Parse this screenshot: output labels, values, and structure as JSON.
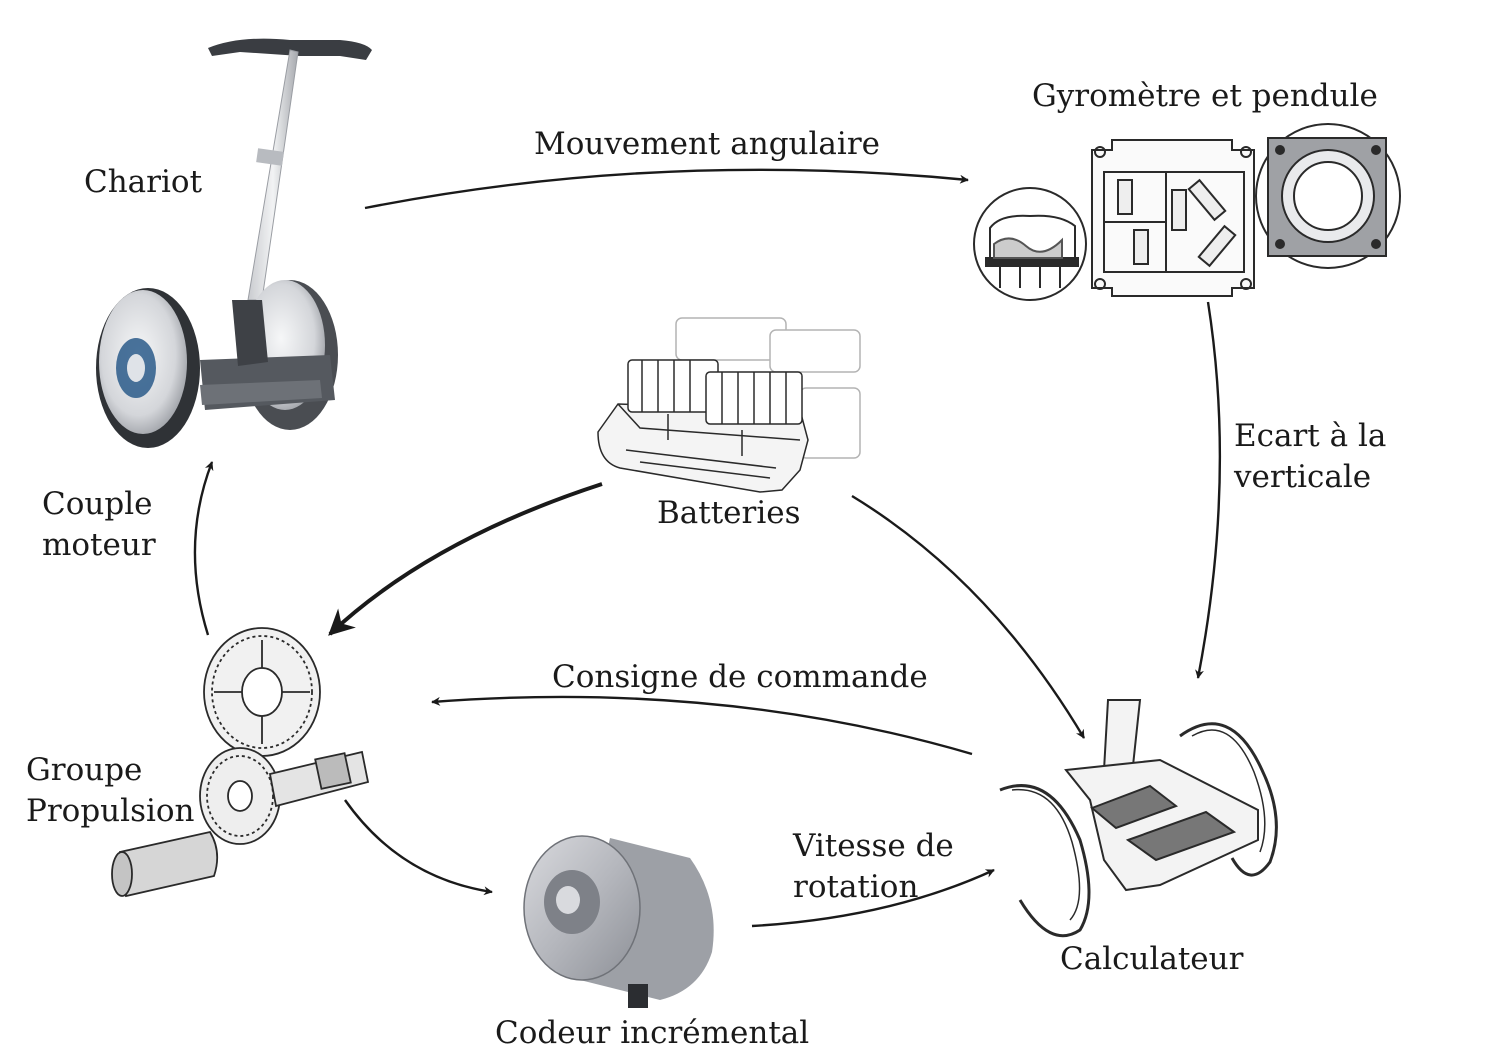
{
  "diagram": {
    "components": {
      "chariot": "Chariot",
      "gyro": "Gyromètre et pendule",
      "batteries": "Batteries",
      "calculateur": "Calculateur",
      "groupe": [
        "Groupe",
        "Propulsion"
      ],
      "codeur": "Codeur incrémental"
    },
    "flows": {
      "mouvement": "Mouvement angulaire",
      "ecart": [
        "Ecart à la",
        "verticale"
      ],
      "consigne": "Consigne de commande",
      "couple": [
        "Couple",
        "moteur"
      ],
      "vitesse": [
        "Vitesse de",
        "rotation"
      ]
    }
  }
}
